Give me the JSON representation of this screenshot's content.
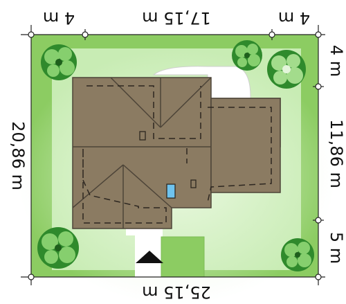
{
  "dimensions": {
    "top_left": "4 m",
    "top_middle": "17,15 m",
    "top_right": "4 m",
    "bottom": "25,15 m",
    "left": "20,86 m",
    "right_top": "4 m",
    "right_middle": "11,86 m",
    "right_bottom": "5 m"
  },
  "colors": {
    "plot_green": "#8ccc62",
    "plot_light": "#c8ecb4",
    "roof": "#8b7b62",
    "roof_edge": "#4d4438",
    "window": "#6fc3ee",
    "tree_dark": "#2f8a2c",
    "tree_light": "#86cf6e",
    "driveway": "#ffffff"
  },
  "icons": {
    "entrance": "entrance-arrow-icon",
    "tree": "tree-icon"
  }
}
